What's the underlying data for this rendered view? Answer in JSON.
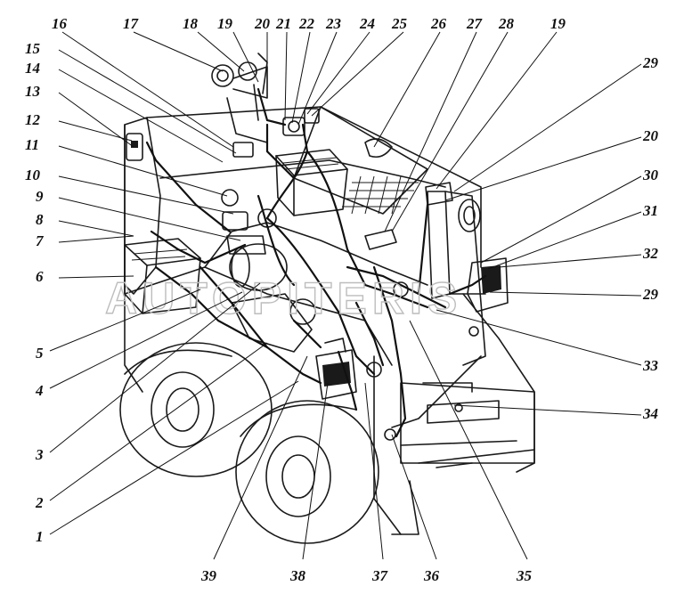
{
  "watermark": "AUTOPITERIS",
  "callouts": [
    {
      "label": "16"
    },
    {
      "label": "17"
    },
    {
      "label": "18"
    },
    {
      "label": "19"
    },
    {
      "label": "20"
    },
    {
      "label": "21"
    },
    {
      "label": "22"
    },
    {
      "label": "23"
    },
    {
      "label": "24"
    },
    {
      "label": "25"
    },
    {
      "label": "26"
    },
    {
      "label": "27"
    },
    {
      "label": "28"
    },
    {
      "label": "19"
    },
    {
      "label": "15"
    },
    {
      "label": "14"
    },
    {
      "label": "13"
    },
    {
      "label": "12"
    },
    {
      "label": "11"
    },
    {
      "label": "10"
    },
    {
      "label": "9"
    },
    {
      "label": "8"
    },
    {
      "label": "7"
    },
    {
      "label": "6"
    },
    {
      "label": "5"
    },
    {
      "label": "4"
    },
    {
      "label": "3"
    },
    {
      "label": "2"
    },
    {
      "label": "1"
    },
    {
      "label": "29"
    },
    {
      "label": "20"
    },
    {
      "label": "30"
    },
    {
      "label": "31"
    },
    {
      "label": "32"
    },
    {
      "label": "29"
    },
    {
      "label": "33"
    },
    {
      "label": "34"
    },
    {
      "label": "39"
    },
    {
      "label": "38"
    },
    {
      "label": "37"
    },
    {
      "label": "36"
    },
    {
      "label": "35"
    }
  ]
}
